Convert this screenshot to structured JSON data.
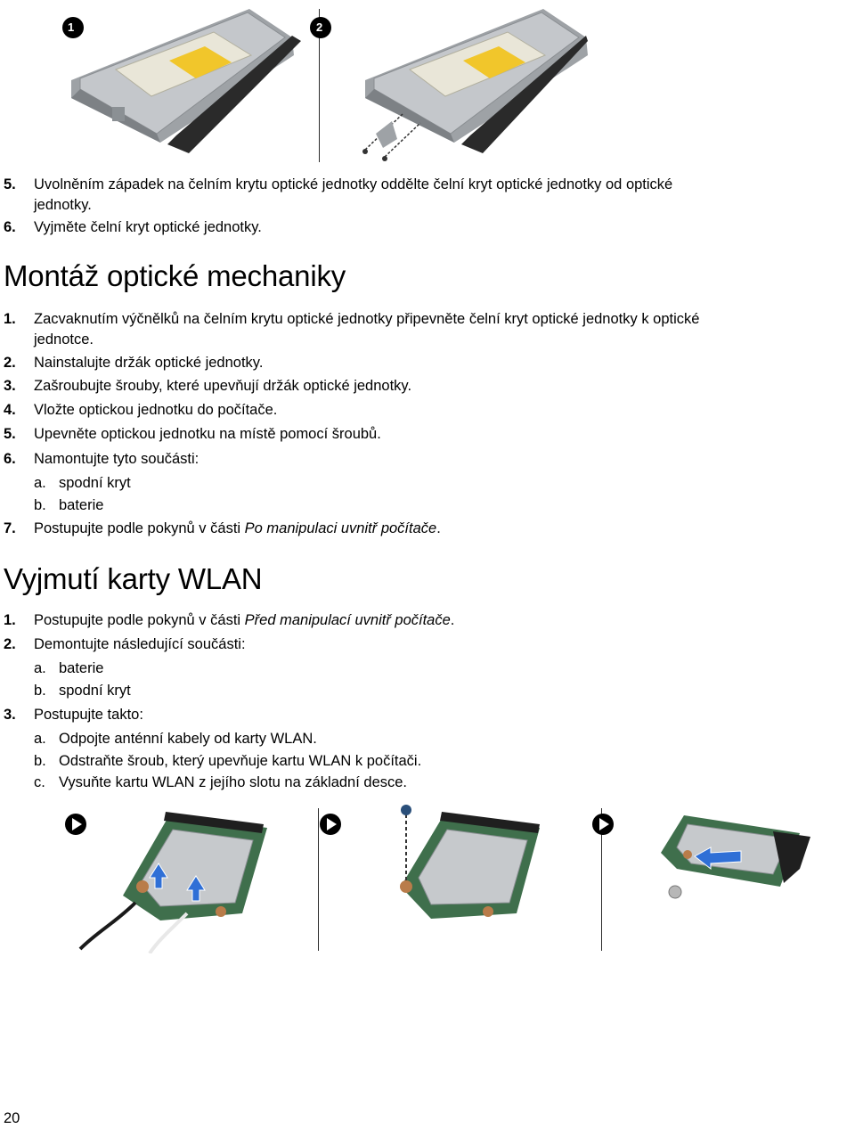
{
  "top_figure": {
    "callouts": [
      "1",
      "2"
    ]
  },
  "intro_steps": [
    {
      "num": "5.",
      "line1": "Uvolněním západek na čelním krytu optické jednotky oddělte čelní kryt optické jednotky od optické",
      "line2": "jednotky."
    },
    {
      "num": "6.",
      "text": "Vyjměte čelní kryt optické jednotky."
    }
  ],
  "section1": {
    "title": "Montáž optické mechaniky",
    "steps": [
      {
        "num": "1.",
        "line1": "Zacvaknutím výčnělků na čelním krytu optické jednotky připevněte čelní kryt optické jednotky k optické",
        "line2": "jednotce."
      },
      {
        "num": "2.",
        "text": "Nainstalujte držák optické jednotky."
      },
      {
        "num": "3.",
        "text": "Zašroubujte šrouby, které upevňují držák optické jednotky."
      },
      {
        "num": "4.",
        "text": "Vložte optickou jednotku do počítače."
      },
      {
        "num": "5.",
        "text": "Upevněte optickou jednotku na místě pomocí šroubů."
      },
      {
        "num": "6.",
        "text": "Namontujte tyto součásti:"
      },
      {
        "num": "7.",
        "text": "Postupujte podle pokynů v části ",
        "italic": "Po manipulaci uvnitř počítače",
        "suffix": "."
      }
    ],
    "substeps": [
      {
        "letter": "a.",
        "text": "spodní kryt"
      },
      {
        "letter": "b.",
        "text": "baterie"
      }
    ]
  },
  "section2": {
    "title": "Vyjmutí karty WLAN",
    "steps": [
      {
        "num": "1.",
        "text": "Postupujte podle pokynů v části ",
        "italic": "Před manipulací uvnitř počítače",
        "suffix": "."
      },
      {
        "num": "2.",
        "text": "Demontujte následující součásti:"
      },
      {
        "num": "3.",
        "text": "Postupujte takto:"
      }
    ],
    "substeps_2": [
      {
        "letter": "a.",
        "text": "baterie"
      },
      {
        "letter": "b.",
        "text": "spodní kryt"
      }
    ],
    "substeps_3": [
      {
        "letter": "a.",
        "text": "Odpojte anténní kabely od karty WLAN."
      },
      {
        "letter": "b.",
        "text": "Odstraňte šroub, který upevňuje kartu WLAN k počítači."
      },
      {
        "letter": "c.",
        "text": "Vysuňte kartu WLAN z jejího slotu na základní desce."
      }
    ]
  },
  "page_number": "20",
  "colors": {
    "drive_body": "#b9bcc0",
    "drive_label": "#e7e3d2",
    "drive_yellow": "#f3c82a",
    "pcb_green": "#3e6d4b",
    "callout": "#000000",
    "arrow_blue": "#2f6fd6"
  }
}
